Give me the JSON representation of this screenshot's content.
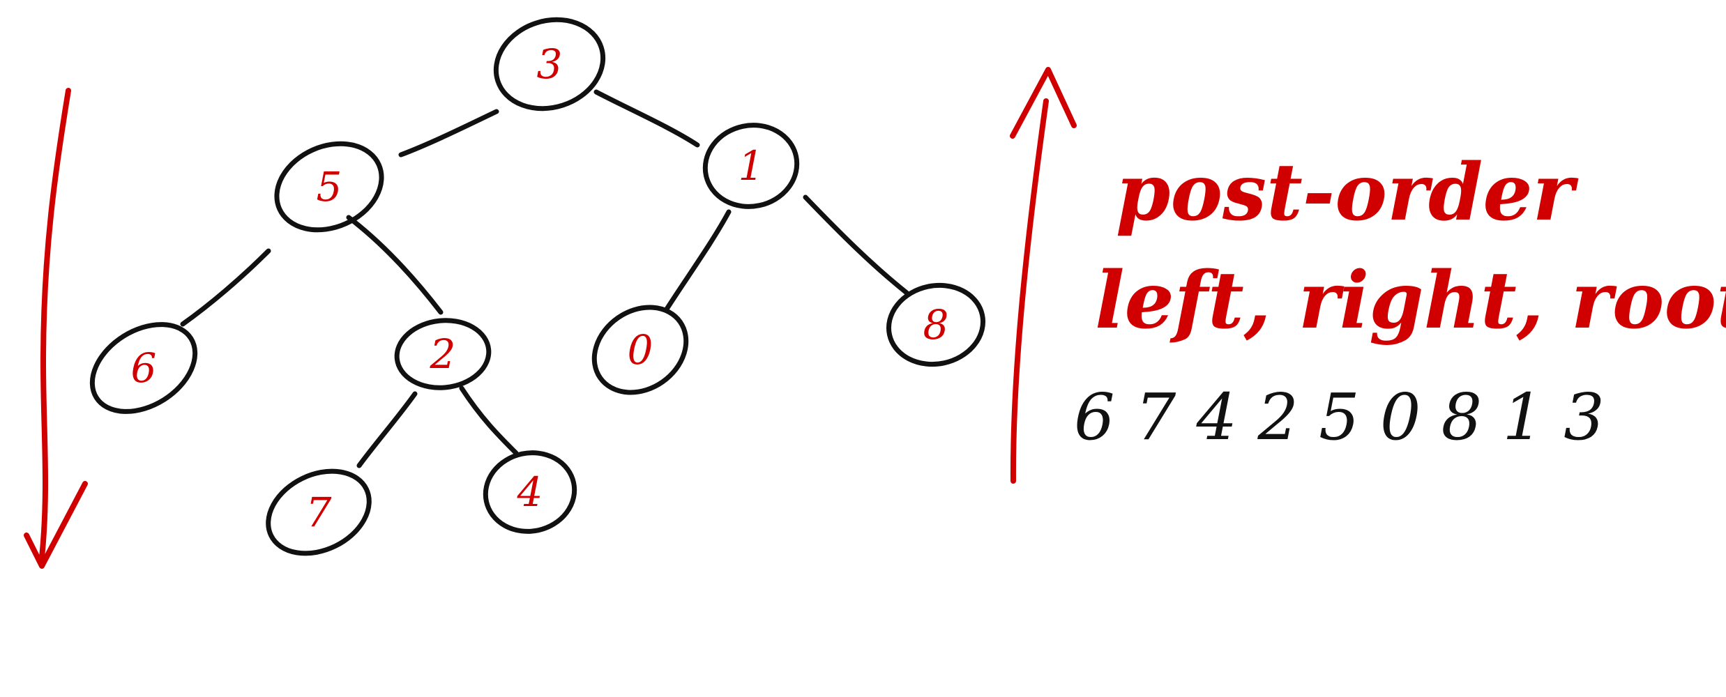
{
  "colors": {
    "ink": "#111111",
    "accent": "#d10000"
  },
  "tree": {
    "nodes": [
      {
        "id": "n3",
        "label": "3"
      },
      {
        "id": "n5",
        "label": "5"
      },
      {
        "id": "n1",
        "label": "1"
      },
      {
        "id": "n6",
        "label": "6"
      },
      {
        "id": "n2",
        "label": "2"
      },
      {
        "id": "n0",
        "label": "0"
      },
      {
        "id": "n8",
        "label": "8"
      },
      {
        "id": "n7",
        "label": "7"
      },
      {
        "id": "n4",
        "label": "4"
      }
    ],
    "edges": [
      {
        "from": "n3",
        "to": "n5"
      },
      {
        "from": "n3",
        "to": "n1"
      },
      {
        "from": "n5",
        "to": "n6"
      },
      {
        "from": "n5",
        "to": "n2"
      },
      {
        "from": "n1",
        "to": "n0"
      },
      {
        "from": "n1",
        "to": "n8"
      },
      {
        "from": "n2",
        "to": "n7"
      },
      {
        "from": "n2",
        "to": "n4"
      }
    ]
  },
  "notes": {
    "title": "post-order",
    "rule": "left, right, root",
    "sequence": "6 7 4 2 5 0 8 1 3"
  }
}
